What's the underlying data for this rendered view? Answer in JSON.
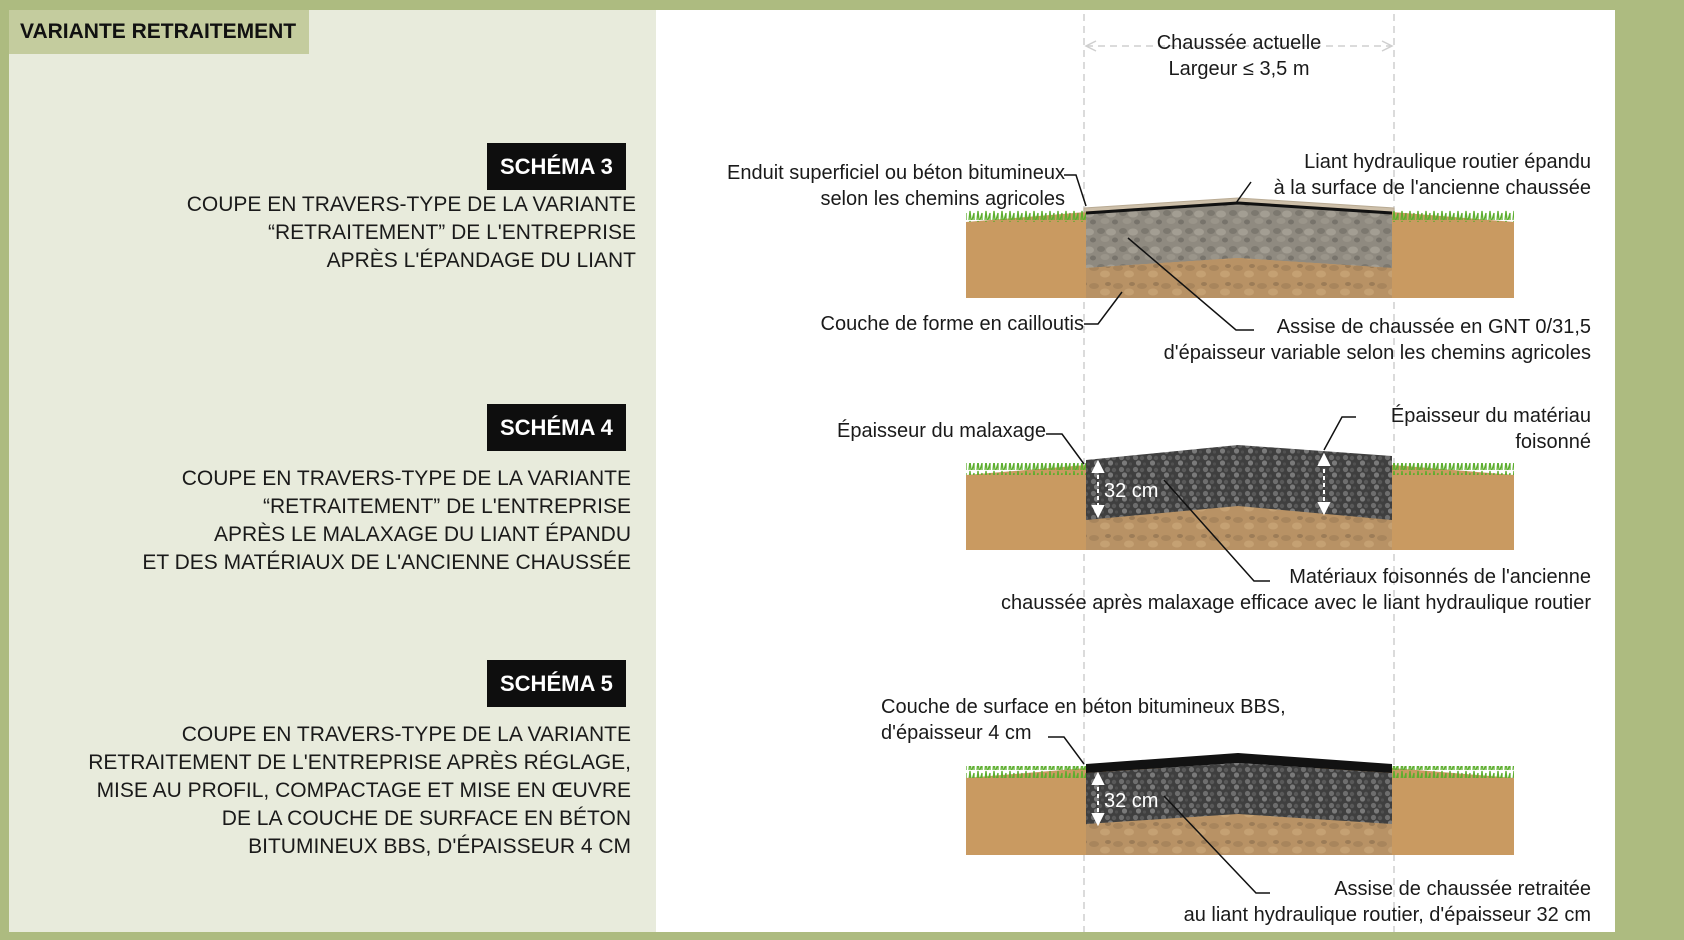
{
  "header": {
    "title": "VARIANTE RETRAITEMENT"
  },
  "schemas": [
    {
      "badge": "SCHÉMA 3",
      "description": "COUPE EN TRAVERS-TYPE DE LA VARIANTE\n“RETRAITEMENT” DE L'ENTREPRISE\nAPRÈS L'ÉPANDAGE DU LIANT",
      "labels": {
        "top_left": "Enduit superficiel ou béton bitumineux\nselon les chemins agricoles",
        "top_right": "Liant hydraulique routier épandu\nà la surface de l'ancienne chaussée",
        "bottom_left": "Couche de forme en cailloutis",
        "bottom_right": "Assise de chaussée en GNT 0/31,5\nd'épaisseur variable selon les chemins agricoles"
      }
    },
    {
      "badge": "SCHÉMA 4",
      "description": "COUPE EN TRAVERS-TYPE DE LA VARIANTE\n“RETRAITEMENT” DE L'ENTREPRISE\nAPRÈS LE MALAXAGE DU LIANT ÉPANDU\nET DES MATÉRIAUX DE L'ANCIENNE CHAUSSÉE",
      "labels": {
        "top_left": "Épaisseur du malaxage",
        "top_right": "Épaisseur du matériau\nfoisonné",
        "dimension": "32 cm",
        "bottom_right": "Matériaux foisonnés de l'ancienne\nchaussée après malaxage efficace avec le liant hydraulique routier"
      }
    },
    {
      "badge": "SCHÉMA 5",
      "description": "COUPE EN TRAVERS-TYPE DE LA VARIANTE\nRETRAITEMENT DE L'ENTREPRISE APRÈS RÉGLAGE,\nMISE AU PROFIL, COMPACTAGE ET MISE EN ŒUVRE\nDE LA COUCHE DE SURFACE EN BÉTON\nBITUMINEUX BBS, D'ÉPAISSEUR 4 CM",
      "labels": {
        "top_left": "Couche de surface en béton bitumineux BBS,\nd'épaisseur 4 cm",
        "dimension": "32 cm",
        "bottom_right": "Assise de chaussée retraitée\nau liant hydraulique routier, d'épaisseur 32 cm"
      }
    }
  ],
  "roadway": {
    "title": "Chaussée actuelle\nLargeur ≤ 3,5 m"
  },
  "colors": {
    "frame": "#adbb80",
    "left_panel": "#e8ebdc",
    "header_tag": "#c4cc9e",
    "soil": "#c99a61",
    "gravel": "#8f8a80",
    "binder": "#cdbfa9",
    "asphalt": "#121212",
    "grass": "#5cae2d"
  }
}
